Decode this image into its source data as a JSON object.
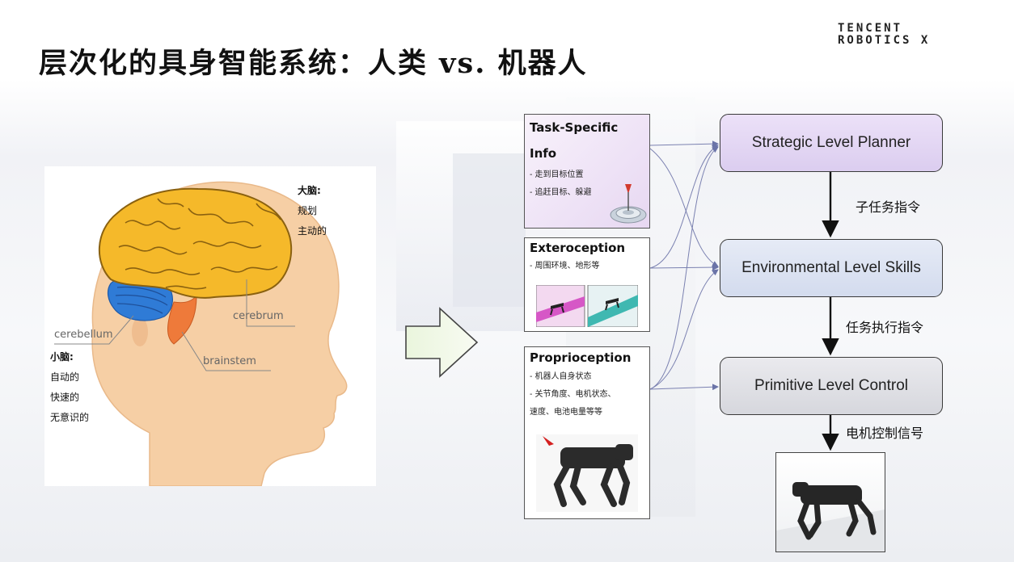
{
  "slide": {
    "title": "层次化的具身智能系统：人类 vs. 机器人",
    "logo_line1": "TENCENT",
    "logo_line2": "ROBOTICS X"
  },
  "brain": {
    "cerebrum_label": "cerebrum",
    "cerebellum_label": "cerebellum",
    "brainstem_label": "brainstem",
    "dano": {
      "heading": "大脑:",
      "lines": [
        "规划",
        "主动的"
      ]
    },
    "xiaonao": {
      "heading": "小脑:",
      "lines": [
        "自动的",
        "快速的",
        "无意识的"
      ]
    },
    "colors": {
      "cerebrum": "#f5b92a",
      "cerebellum": "#2f7bd6",
      "brainstem": "#ee7a3a",
      "skin": "#f6cfa5"
    }
  },
  "inputs": {
    "task": {
      "title": "Task-Specific Info",
      "title_line1": "Task-Specific",
      "title_line2": "Info",
      "bullets": [
        "- 走到目标位置",
        "- 追赶目标、躲避"
      ]
    },
    "exteroception": {
      "title": "Exteroception",
      "bullets": [
        "- 周围环境、地形等"
      ]
    },
    "proprioception": {
      "title": "Proprioception",
      "bullets": [
        "- 机器人自身状态",
        "- 关节角度、电机状态、",
        "速度、电池电量等等"
      ]
    }
  },
  "levels": {
    "strategic": "Strategic Level Planner",
    "environmental": "Environmental Level Skills",
    "primitive": "Primitive Level Control",
    "colors": {
      "strategic": "#dccdef",
      "environmental": "#d3dbee",
      "primitive": "#d6d7dd"
    }
  },
  "commands": {
    "c1": "子任务指令",
    "c2": "任务执行指令",
    "c3": "电机控制信号"
  }
}
